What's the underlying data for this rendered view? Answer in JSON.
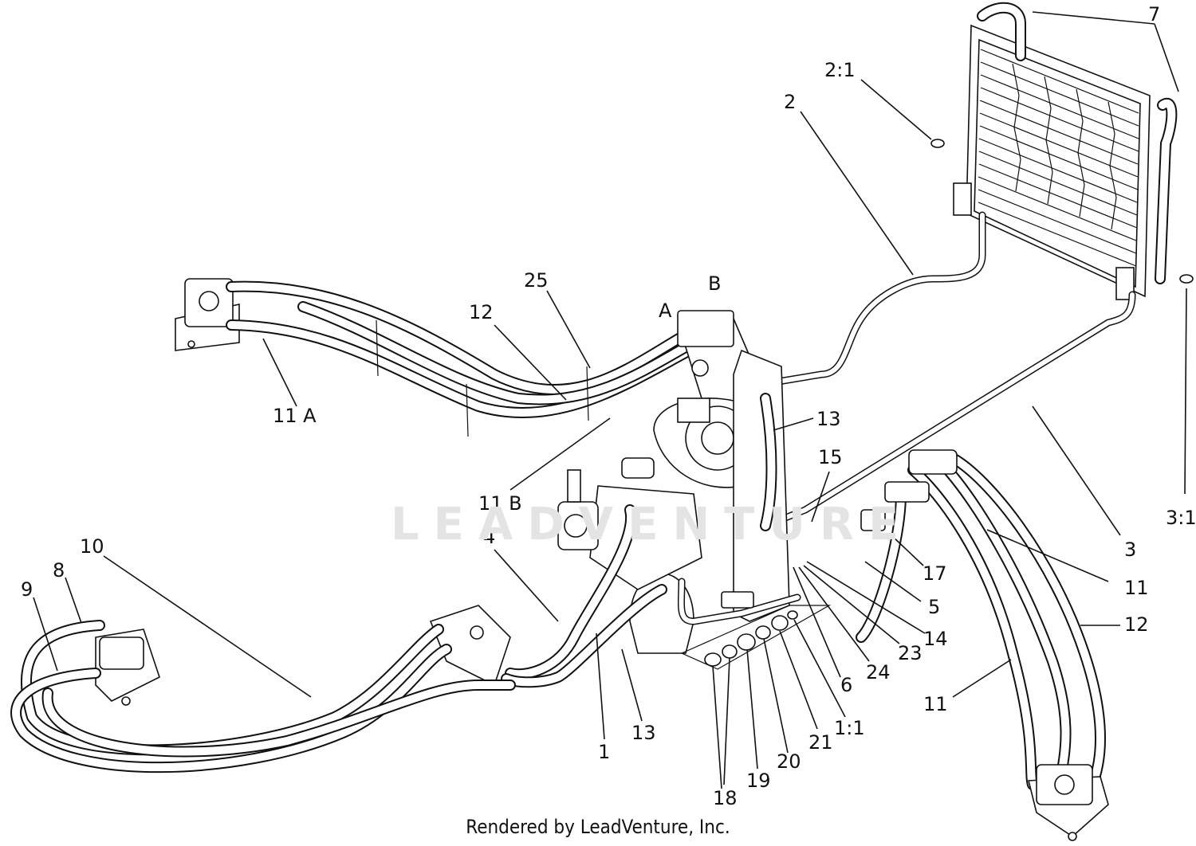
{
  "watermark": "LEADVENTURE",
  "footer": "Rendered by LeadVenture, Inc.",
  "callouts": {
    "c1": "1",
    "c1_1": "1:1",
    "c2": "2",
    "c2_1": "2:1",
    "c3": "3",
    "c3_1": "3:1",
    "c4": "4",
    "c5": "5",
    "c6": "6",
    "c7": "7",
    "c8": "8",
    "c9": "9",
    "c10": "10",
    "c11a": "11 A",
    "c11b": "11 B",
    "c11_r1": "11",
    "c11_r2": "11",
    "c12_l": "12",
    "c12_r": "12",
    "c13_top": "13",
    "c13_bot": "13",
    "c14": "14",
    "c15": "15",
    "c17": "17",
    "c18": "18",
    "c19": "19",
    "c20": "20",
    "c21": "21",
    "c23": "23",
    "c24": "24",
    "c25": "25",
    "port_a": "A",
    "port_b": "B"
  }
}
